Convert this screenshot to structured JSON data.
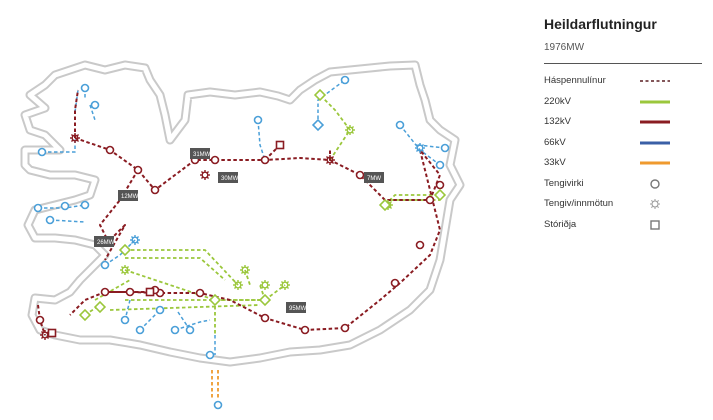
{
  "legend": {
    "title": "Heildarflutningur",
    "subtitle": "1976MW",
    "items": [
      {
        "key": "hs",
        "label": "Háspennulínur",
        "symbol": "dashed",
        "color": "#5a1f22"
      },
      {
        "key": "k220",
        "label": "220kV",
        "symbol": "line",
        "color": "#9bc73c"
      },
      {
        "key": "k132",
        "label": "132kV",
        "symbol": "line",
        "color": "#8a1c22"
      },
      {
        "key": "k66",
        "label": "66kV",
        "symbol": "line",
        "color": "#3a5fa6"
      },
      {
        "key": "k33",
        "label": "33kV",
        "symbol": "line",
        "color": "#ef9a2e"
      },
      {
        "key": "tv",
        "label": "Tengivirki",
        "symbol": "circle-icon",
        "color": "#777777"
      },
      {
        "key": "ti",
        "label": "Tengiv/innmötun",
        "symbol": "gear-icon",
        "color": "#999999"
      },
      {
        "key": "st",
        "label": "Stóriðja",
        "symbol": "square-icon",
        "color": "#777777"
      }
    ]
  },
  "map": {
    "colors": {
      "coast": "#c9c9c9",
      "k220": "#9bc73c",
      "k132": "#8a1c22",
      "k66": "#4a9fd8",
      "k33": "#ef9a2e",
      "badge": "#555555"
    },
    "badges": [
      {
        "id": "b1",
        "text": "31MW"
      },
      {
        "id": "b2",
        "text": "30MW"
      },
      {
        "id": "b3",
        "text": "12MW"
      },
      {
        "id": "b4",
        "text": "7MW"
      },
      {
        "id": "b5",
        "text": "26MW"
      },
      {
        "id": "b6",
        "text": "95MW"
      }
    ]
  }
}
